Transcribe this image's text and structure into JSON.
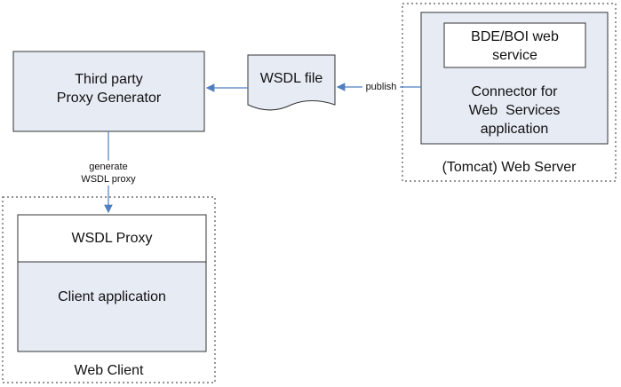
{
  "proxy_generator": {
    "line1": "Third party",
    "line2": "Proxy Generator"
  },
  "wsdl_file": {
    "label": "WSDL file"
  },
  "publish_label": "publish",
  "web_server": {
    "service_line1": "BDE/BOI web",
    "service_line2": "service",
    "connector_line1": "Connector for",
    "connector_line2": "Web  Services",
    "connector_line3": "application",
    "caption": "(Tomcat) Web Server"
  },
  "generate_label": {
    "line1": "generate",
    "line2": "WSDL proxy"
  },
  "web_client": {
    "proxy_label": "WSDL Proxy",
    "app_label": "Client application",
    "caption": "Web Client"
  },
  "colors": {
    "box_fill": "#e6ebf4",
    "box_stroke": "#333333",
    "arrow": "#4f7fc0",
    "dotted": "#555555"
  }
}
